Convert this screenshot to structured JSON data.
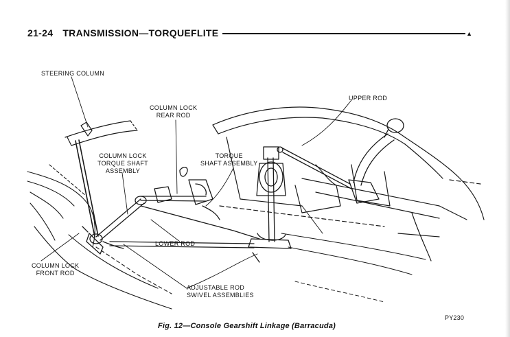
{
  "header": {
    "page_number": "21-24",
    "title": "TRANSMISSION—TORQUEFLITE"
  },
  "labels": {
    "steering_column": "STEERING COLUMN",
    "column_lock_rear_rod": [
      "COLUMN LOCK",
      "REAR ROD"
    ],
    "upper_rod": "UPPER ROD",
    "column_lock_torque_shaft": [
      "COLUMN LOCK",
      "TORQUE SHAFT",
      "ASSEMBLY"
    ],
    "torque_shaft_assembly": [
      "TORQUE",
      "SHAFT ASSEMBLY"
    ],
    "lower_rod": "LOWER ROD",
    "column_lock_front_rod": [
      "COLUMN LOCK",
      "FRONT ROD"
    ],
    "adjustable_rod": [
      "ADJUSTABLE ROD",
      "SWIVEL ASSEMBLIES"
    ]
  },
  "figure_code": "PY230",
  "caption": "Fig. 12—Console Gearshift Linkage (Barracuda)"
}
